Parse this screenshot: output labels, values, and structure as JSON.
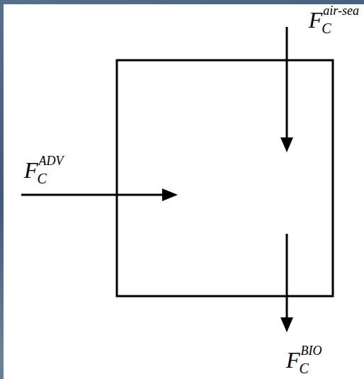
{
  "diagram": {
    "labels": [
      "F",
      "C",
      "air-sea",
      "F",
      "C",
      "ADV",
      "F",
      "C",
      "BIO"
    ]
  }
}
